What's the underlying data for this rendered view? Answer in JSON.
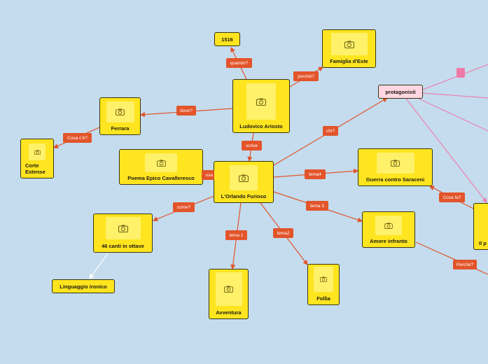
{
  "colors": {
    "background": "#c4dcee",
    "node_fill": "#ffe51f",
    "node_image": "#fff169",
    "connector_label": "#e3542a",
    "connector_line": "#e3542a",
    "pink_connector": "#ee7fb0",
    "pink_node": "#ffd6e2"
  },
  "icons": {
    "image_placeholder": "camera-icon"
  },
  "nodes": {
    "orlando": "L'Orlando Furioso",
    "ariosto": "Ludovico Ariosto",
    "year": "1516",
    "famiglia": "Famiglia d'Este",
    "ferrara": "Ferrara",
    "corte": "Corte Estense",
    "poema": "Poema Epico Cavalleresco",
    "canti": "46 canti in ottave",
    "linguaggio": "Linguaggio ironico",
    "avventura": "Avventura",
    "follia": "Follia",
    "guerra": "Guerra contro Saraceni",
    "amore": "Amore infranto",
    "protagonisti": "protagonisti",
    "partial_right": "Il p"
  },
  "labels": {
    "quando": "quando?",
    "perche": "perché?",
    "dove": "dove?",
    "cosa_e": "Cosa c'è?",
    "scrive": "scrive",
    "cosa_partial": "osa",
    "chi": "chi?",
    "tema4": "tema4",
    "tema3": "tema 3",
    "come": "come?",
    "tema1": "tema 1",
    "tema2": "tema2",
    "cosa_fa": "Cosa fa?",
    "perche2": "Perché?"
  }
}
